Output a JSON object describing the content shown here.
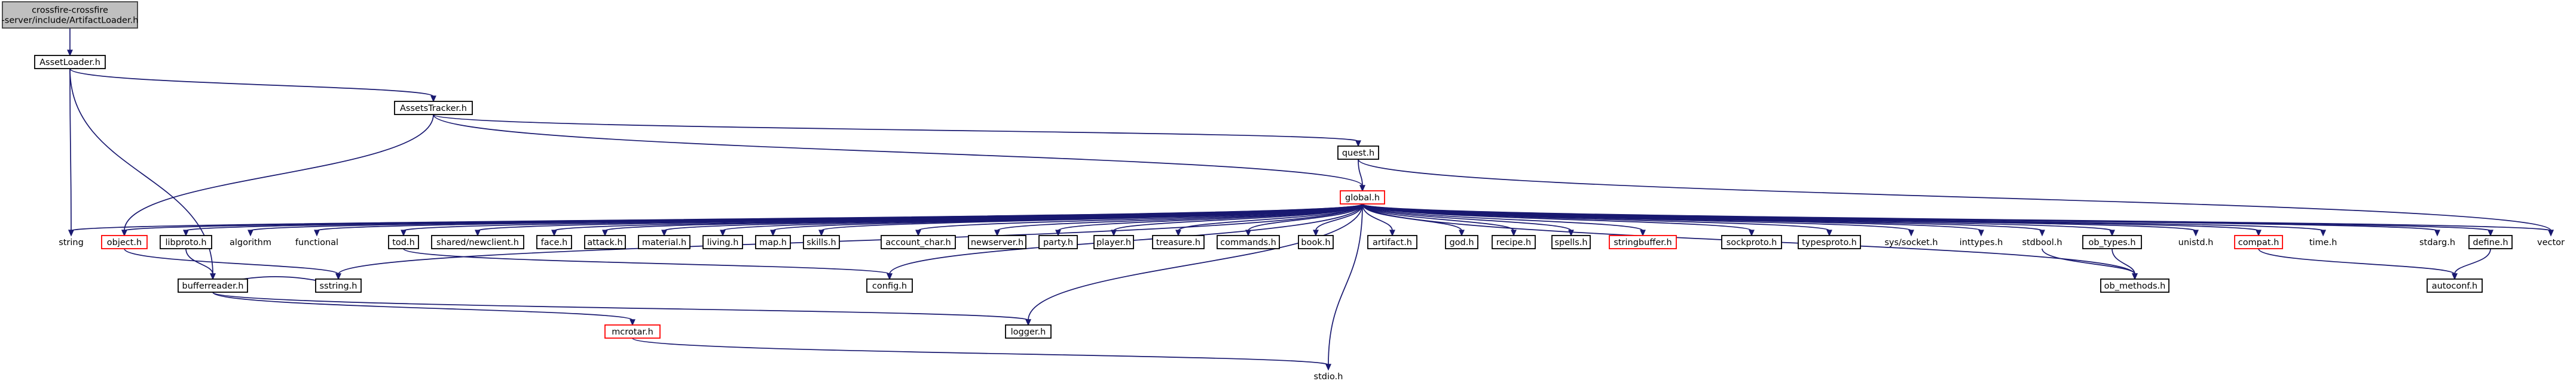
{
  "nodes": {
    "root": "crossfire-crossfire\n-server/include/ArtifactLoader.h",
    "assetloader": "AssetLoader.h",
    "assetstracker": "AssetsTracker.h",
    "quest": "quest.h",
    "global": "global.h",
    "string": "string",
    "object": "object.h",
    "libproto": "libproto.h",
    "algorithm": "algorithm",
    "functional": "functional",
    "sstring": "sstring.h",
    "tod": "tod.h",
    "sharednewclient": "shared/newclient.h",
    "face": "face.h",
    "attack": "attack.h",
    "material": "material.h",
    "living": "living.h",
    "map": "map.h",
    "skills": "skills.h",
    "account_char": "account_char.h",
    "newserver": "newserver.h",
    "party": "party.h",
    "player": "player.h",
    "treasure": "treasure.h",
    "commands": "commands.h",
    "book": "book.h",
    "artifact": "artifact.h",
    "god": "god.h",
    "recipe": "recipe.h",
    "spells": "spells.h",
    "stringbuffer": "stringbuffer.h",
    "sockproto": "sockproto.h",
    "typesproto": "typesproto.h",
    "syssocket": "sys/socket.h",
    "inttypes": "inttypes.h",
    "stdbool": "stdbool.h",
    "ob_types": "ob_types.h",
    "unistd": "unistd.h",
    "compat": "compat.h",
    "time": "time.h",
    "stdarg": "stdarg.h",
    "define": "define.h",
    "vector": "vector",
    "bufferreader": "bufferreader.h",
    "config": "config.h",
    "ob_methods": "ob_methods.h",
    "autoconf": "autoconf.h",
    "mcrotar": "mcrotar.h",
    "logger": "logger.h",
    "stdio": "stdio.h"
  },
  "colors": {
    "edge": "#191970",
    "root_fill": "#bfbfbf",
    "node_border": "#000000",
    "incomplete_border": "#ff0000"
  }
}
